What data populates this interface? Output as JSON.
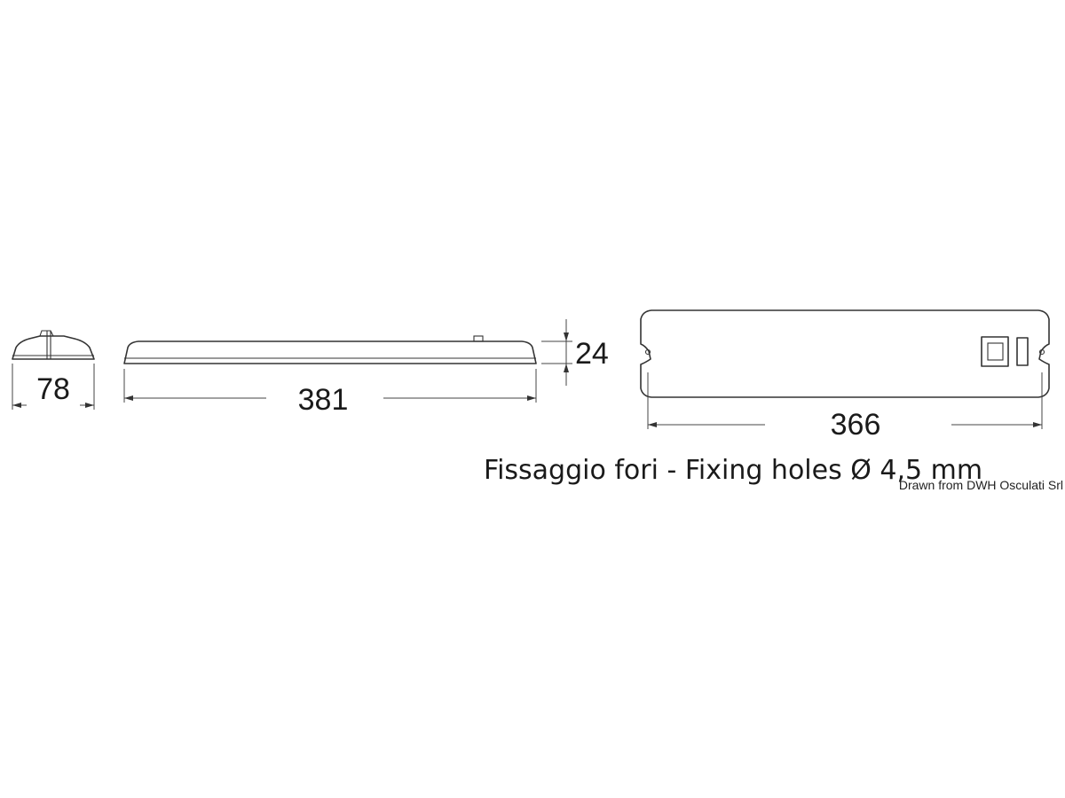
{
  "dimensions": {
    "width_end": "78",
    "length": "381",
    "height": "24",
    "hole_spacing": "366"
  },
  "note": "Fissaggio fori - Fixing holes Ø 4,5 mm",
  "credit": "Drawn from DWH Osculati Srl",
  "colors": {
    "line": "#333333",
    "background": "#ffffff"
  }
}
